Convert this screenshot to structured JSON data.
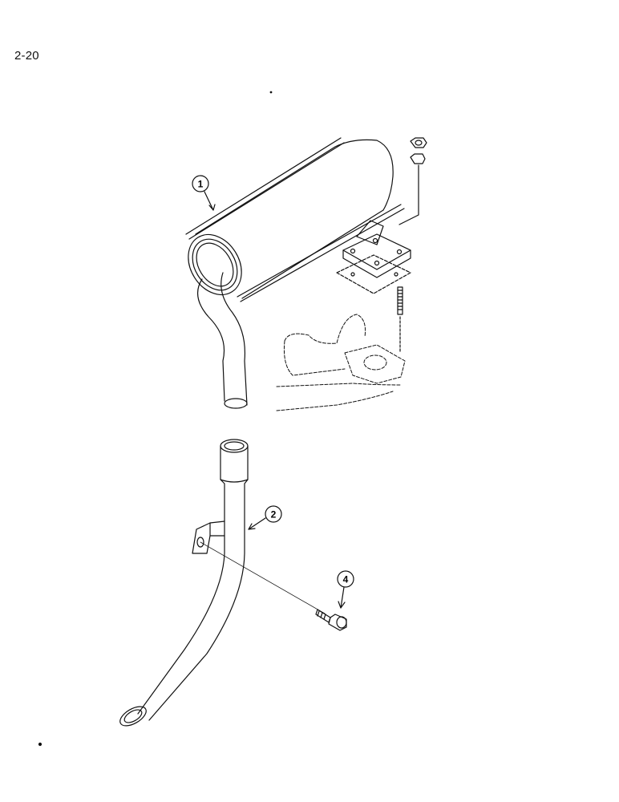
{
  "page": {
    "number": "2-20"
  },
  "callouts": [
    {
      "label": "1",
      "part": "muffler"
    },
    {
      "label": "2",
      "part": "exhaust-pipe"
    },
    {
      "label": "4",
      "part": "bolt"
    }
  ],
  "colors": {
    "ink": "#111111",
    "paper": "#ffffff"
  }
}
